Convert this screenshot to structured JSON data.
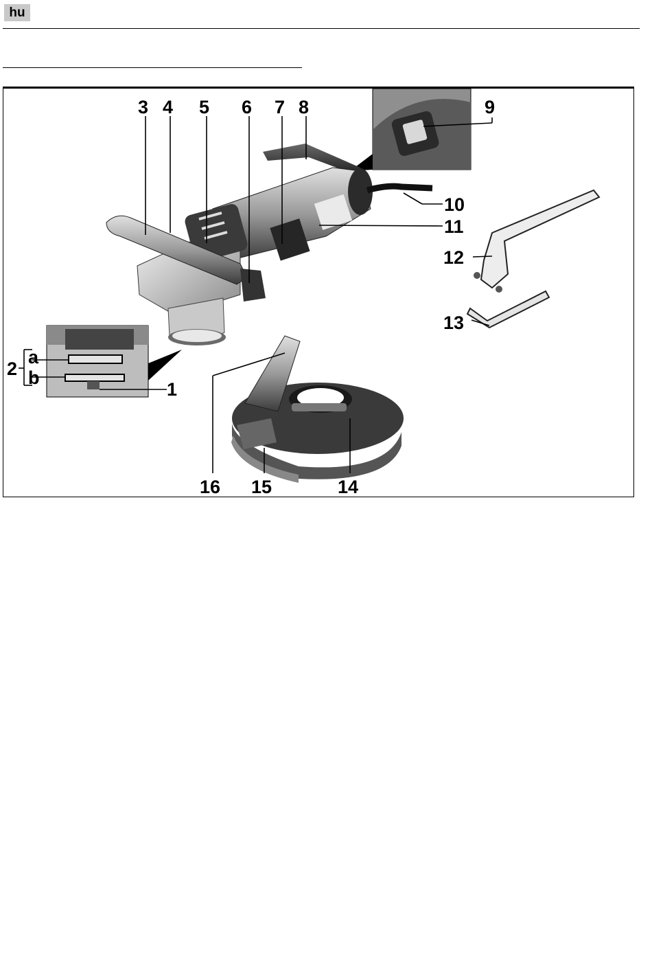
{
  "header": {
    "language_code": "hu"
  },
  "figure": {
    "callouts": [
      {
        "id": "c1",
        "text": "1"
      },
      {
        "id": "c2",
        "text": "2"
      },
      {
        "id": "c2a",
        "text": "a"
      },
      {
        "id": "c2b",
        "text": "b"
      },
      {
        "id": "c3",
        "text": "3"
      },
      {
        "id": "c4",
        "text": "4"
      },
      {
        "id": "c5",
        "text": "5"
      },
      {
        "id": "c6",
        "text": "6"
      },
      {
        "id": "c7",
        "text": "7"
      },
      {
        "id": "c8",
        "text": "8"
      },
      {
        "id": "c9",
        "text": "9"
      },
      {
        "id": "c10",
        "text": "10"
      },
      {
        "id": "c11",
        "text": "11"
      },
      {
        "id": "c12",
        "text": "12"
      },
      {
        "id": "c13",
        "text": "13"
      },
      {
        "id": "c14",
        "text": "14"
      },
      {
        "id": "c15",
        "text": "15"
      },
      {
        "id": "c16",
        "text": "16"
      }
    ]
  }
}
